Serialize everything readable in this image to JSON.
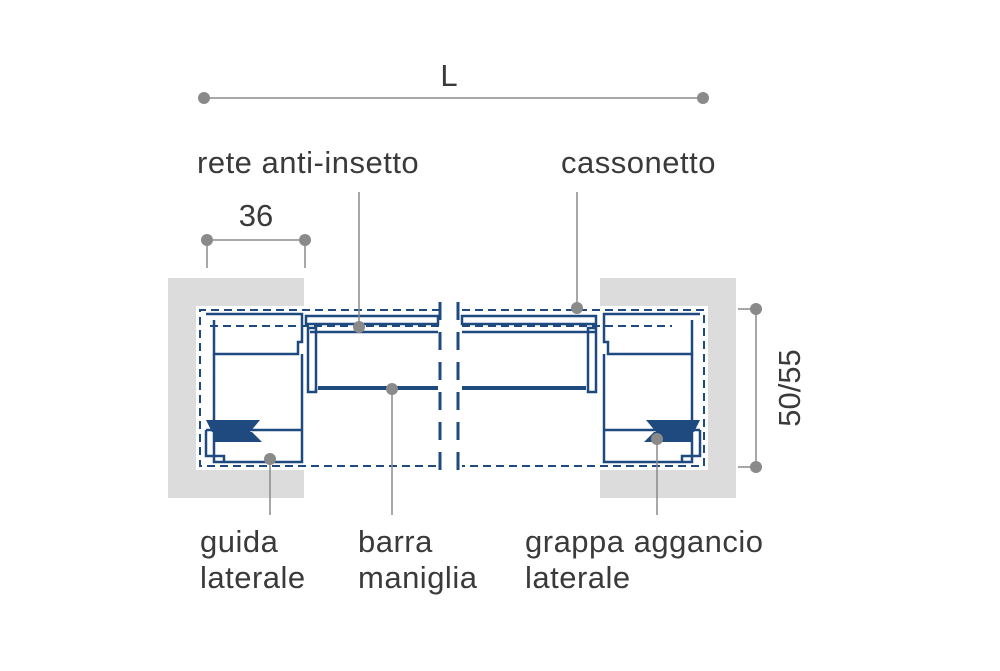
{
  "dimensions": {
    "width_label": "L",
    "guide_width": "36",
    "height": "50/55"
  },
  "labels": {
    "net": "rete anti-insetto",
    "box": "cassonetto",
    "rail_line1": "guida",
    "rail_line2": "laterale",
    "bar_line1": "barra",
    "bar_line2": "maniglia",
    "clip_line1": "grappa aggancio",
    "clip_line2": "laterale"
  },
  "colors": {
    "profile": "#1f4a80",
    "wall": "#dcdcdc",
    "leader": "#8a8a8a",
    "text": "#3a3a3a"
  }
}
